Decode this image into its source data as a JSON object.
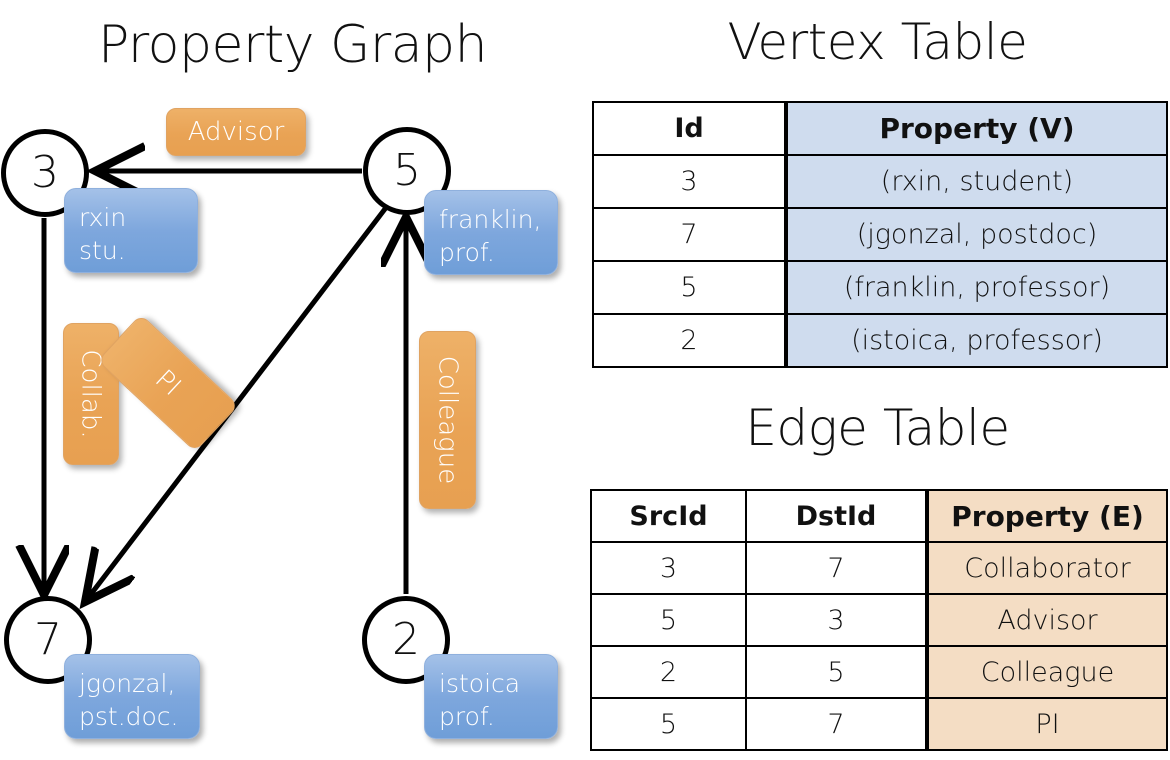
{
  "titles": {
    "property_graph": "Property Graph",
    "vertex_table": "Vertex Table",
    "edge_table": "Edge Table"
  },
  "colors": {
    "vertex_property_fill": "#cfdcee",
    "edge_property_fill": "#f4ddc4",
    "node_property_badge": "#7ea7dd",
    "edge_label_badge": "#e9a355",
    "stroke": "#000000",
    "background": "#ffffff"
  },
  "graph": {
    "nodes": [
      {
        "id": "3",
        "label": "3",
        "property_lines": [
          "rxin",
          "stu."
        ]
      },
      {
        "id": "5",
        "label": "5",
        "property_lines": [
          "franklin,",
          "prof."
        ]
      },
      {
        "id": "7",
        "label": "7",
        "property_lines": [
          "jgonzal,",
          "pst.doc."
        ]
      },
      {
        "id": "2",
        "label": "2",
        "property_lines": [
          "istoica",
          "prof."
        ]
      }
    ],
    "edge_labels": [
      {
        "name": "advisor-badge",
        "text": "Advisor",
        "orientation": "horizontal"
      },
      {
        "name": "collab-badge",
        "text": "Collab.",
        "orientation": "vertical"
      },
      {
        "name": "pi-badge",
        "text": "PI",
        "orientation": "diagonal"
      },
      {
        "name": "colleague-badge",
        "text": "Colleague",
        "orientation": "vertical"
      }
    ],
    "edges": [
      {
        "from": "5",
        "to": "3",
        "label": "Advisor"
      },
      {
        "from": "3",
        "to": "7",
        "label": "Collab."
      },
      {
        "from": "5",
        "to": "7",
        "label": "PI"
      },
      {
        "from": "2",
        "to": "5",
        "label": "Colleague"
      }
    ]
  },
  "vertex_table": {
    "headers": [
      "Id",
      "Property (V)"
    ],
    "rows": [
      {
        "id": "3",
        "property": "(rxin, student)"
      },
      {
        "id": "7",
        "property": "(jgonzal, postdoc)"
      },
      {
        "id": "5",
        "property": "(franklin, professor)"
      },
      {
        "id": "2",
        "property": "(istoica, professor)"
      }
    ]
  },
  "edge_table": {
    "headers": [
      "SrcId",
      "DstId",
      "Property (E)"
    ],
    "rows": [
      {
        "src": "3",
        "dst": "7",
        "property": "Collaborator"
      },
      {
        "src": "5",
        "dst": "3",
        "property": "Advisor"
      },
      {
        "src": "2",
        "dst": "5",
        "property": "Colleague"
      },
      {
        "src": "5",
        "dst": "7",
        "property": "PI"
      }
    ]
  }
}
